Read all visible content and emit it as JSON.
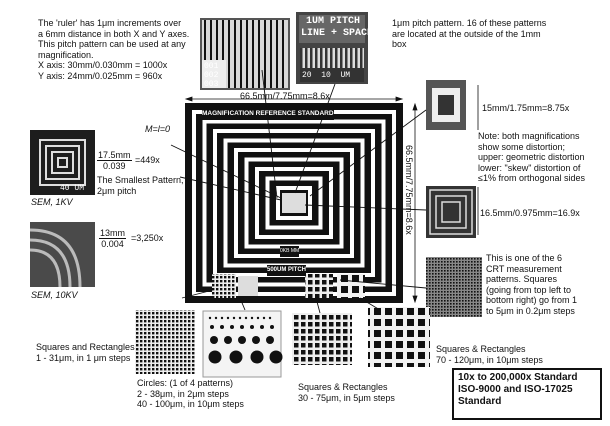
{
  "ruler_note": {
    "line1": "The 'ruler' has 1μm increments over",
    "line2": "a 6mm distance in both X and Y axes.",
    "line3": "This pitch pattern can be used at any",
    "line4": "magnification.",
    "line5": "X axis: 30mm/0.030mm = 1000x",
    "line6": "Y axis: 24mm/0.025mm = 960x"
  },
  "pitch_note": {
    "line1": "1μm pitch pattern. 16 of these patterns",
    "line2": "are located at the outside of the 1mm",
    "line3": "box"
  },
  "pitch_photo_label": {
    "line1": "1UM PITCH",
    "line2": "LINE + SPACE",
    "n1": "20",
    "n2": "10",
    "um": "UM"
  },
  "ruler_photo_labels": [
    "001",
    "002",
    "003"
  ],
  "top_dimension": "66.5mm/7.75mm=8.6x",
  "side_dimension": "66.5mm/7.75mm=8.6x",
  "m_label": "M=l=0",
  "standard_banner": "MAGNIFICATION REFERENCE STANDARD",
  "pitch_banner": "500UM PITCH",
  "mm_label": "0KB MM",
  "sem1": {
    "label": "SEM, 1KV",
    "ratio_num": "17.5mm",
    "ratio_den": "0.039",
    "result": "=449x",
    "photo_text": "40 UM"
  },
  "smallest_pattern": {
    "line1": "The Smallest Pattern,",
    "line2": "2μm pitch"
  },
  "sem2": {
    "label": "SEM, 10KV",
    "ratio_num": "13mm",
    "ratio_den": "0.004",
    "result": "=3,250x"
  },
  "right_ratio1": "15mm/1.75mm=8.75x",
  "right_ratio2": "16.5mm/0.975mm=16.9x",
  "distortion_note": {
    "line1": "Note: both magnifications",
    "line2": "show some distortion;",
    "line3": "upper: geometric distortion",
    "line4": "lower: \"skew\" distortion of",
    "line5": "≤1% from orthogonal sides"
  },
  "crt_note": {
    "line1": "This is one of the 6",
    "line2": "CRT measurement",
    "line3": "patterns. Squares",
    "line4": "(going from top left to",
    "line5": "bottom right) go from 1",
    "line6": "to 5μm in 0.2μm steps"
  },
  "squares_left": {
    "line1": "Squares and Rectangles",
    "line2": "1 - 31μm, in 1 μm steps"
  },
  "circles": {
    "line1": "Circles: (1 of 4 patterns)",
    "line2": "2 - 38μm, in 2μm steps",
    "line3": "40 - 100μm, in 10μm steps"
  },
  "squares_mid": {
    "line1": "Squares & Rectangles",
    "line2": "30 - 75μm, in 5μm steps"
  },
  "squares_right": {
    "line1": "Squares & Rectangles",
    "line2": "70 - 120μm, in 10μm steps"
  },
  "standard_box": {
    "line1": "10x to 200,000x Standard",
    "line2": "ISO-9000 and ISO-17025",
    "line3": "Standard"
  }
}
